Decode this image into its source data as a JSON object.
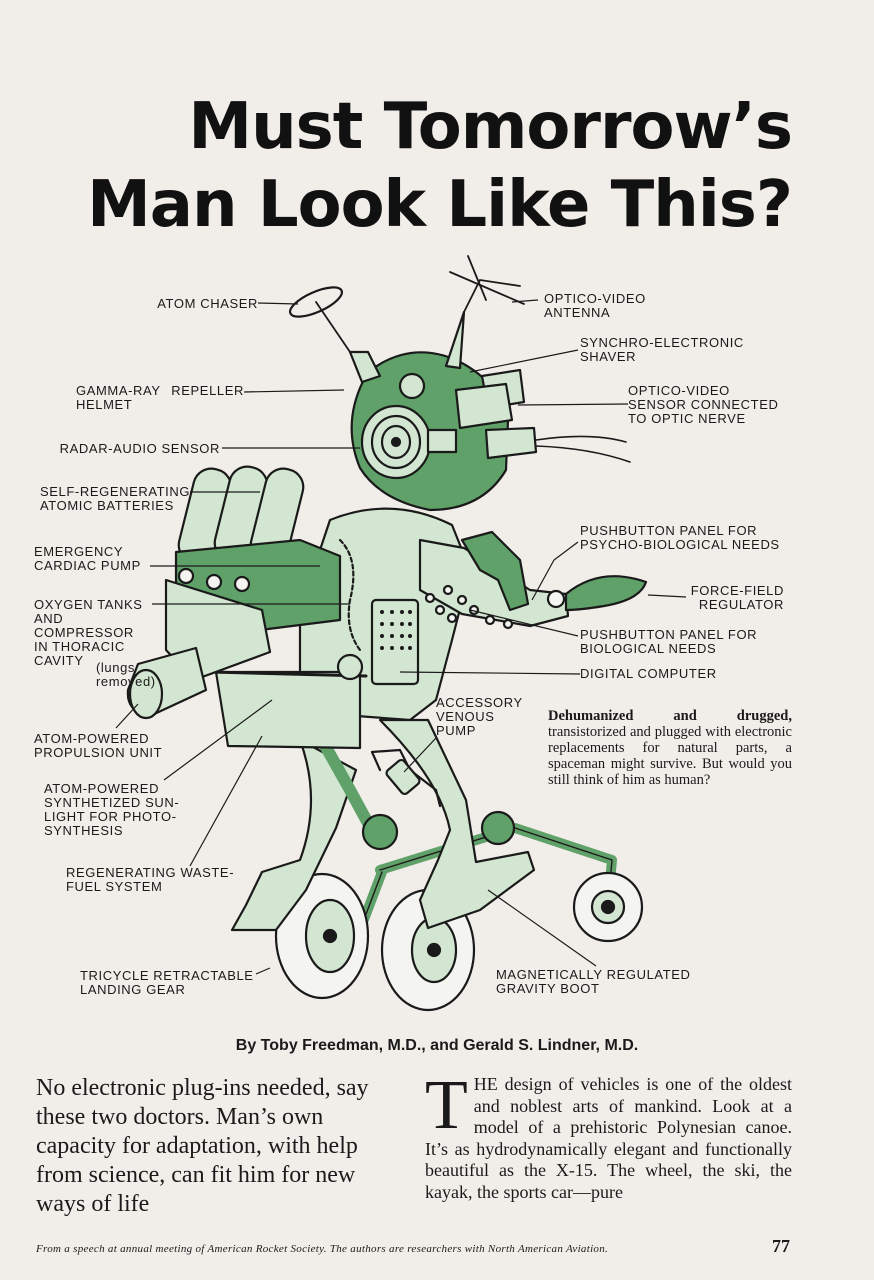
{
  "title": {
    "line1": "Must Tomorrow’s",
    "line2": "Man Look Like This?"
  },
  "labels": {
    "atom_chaser": "ATOM CHASER",
    "optico_video_antenna": "OPTICO-VIDEO\nANTENNA",
    "synchro_shaver": "SYNCHRO-ELECTRONIC\nSHAVER",
    "gamma_helmet": "GAMMA-RAY REPELLER\nHELMET",
    "optico_sensor": "OPTICO-VIDEO\nSENSOR CONNECTED\nTO OPTIC NERVE",
    "radar_audio": "RADAR-AUDIO SENSOR",
    "batteries": "SELF-REGENERATING\nATOMIC BATTERIES",
    "cardiac_pump": "EMERGENCY\nCARDIAC PUMP",
    "oxygen_tanks": "OXYGEN TANKS\nAND\nCOMPRESSOR\nIN THORACIC\nCAVITY",
    "oxygen_note": "(lungs\nremoved)",
    "pushbutton_psycho": "PUSHBUTTON PANEL FOR\nPSYCHO-BIOLOGICAL NEEDS",
    "force_field": "FORCE-FIELD\nREGULATOR",
    "pushbutton_bio": "PUSHBUTTON PANEL FOR\nBIOLOGICAL NEEDS",
    "digital_computer": "DIGITAL COMPUTER",
    "venous_pump": "ACCESSORY\nVENOUS\nPUMP",
    "propulsion": "ATOM-POWERED\nPROPULSION UNIT",
    "sunlight": "ATOM-POWERED\nSYNTHETIZED SUN-\nLIGHT FOR PHOTO-\nSYNTHESIS",
    "waste_fuel": "REGENERATING WASTE-\nFUEL SYSTEM",
    "landing_gear": "TRICYCLE RETRACTABLE\nLANDING GEAR",
    "gravity_boot": "MAGNETICALLY REGULATED\nGRAVITY BOOT"
  },
  "caption": {
    "lead": "Dehumanized and drugged,",
    "text": " transistorized and plugged with electronic replacements for natural parts, a spaceman might survive. But would you still think of him as human?"
  },
  "byline": "By Toby Freedman, M.D., and Gerald S. Lindner, M.D.",
  "deck": "No electronic plug-ins needed, say these two doctors. Man’s own capacity for adaptation, with help from science, can fit him for new ways of life",
  "body": {
    "dropcap": "T",
    "text": "HE design of vehicles is one of the oldest and noblest arts of mankind. Look at a model of a prehistoric Polynesian canoe. It’s as hydrodynamically elegant and functionally beautiful as the X-15. The wheel, the ski, the kayak, the sports car—pure"
  },
  "footer": "From a speech at annual meeting of American Rocket Society. The authors are researchers with North American Aviation.",
  "page_number": "77",
  "colors": {
    "green": "#5fa169",
    "light_green": "#d3e6d1",
    "ink": "#1a1a1a",
    "paper": "#f1eeea"
  }
}
